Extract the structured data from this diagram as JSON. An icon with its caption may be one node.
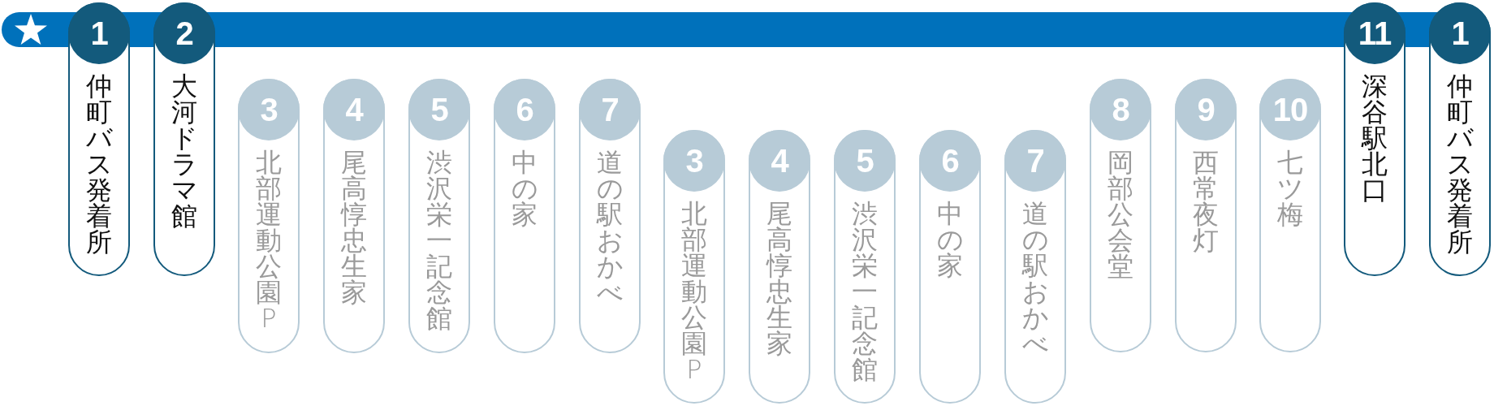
{
  "diagram": {
    "nodes": [
      {
        "text": [
          "1",
          "仲町バス発着所"
        ]
      },
      {
        "text": [
          "2",
          "大河ドラマ館"
        ]
      },
      {
        "text": [
          "3",
          "北部運動公園P"
        ]
      },
      {
        "text": [
          "4",
          "尾高惇忠生家"
        ]
      },
      {
        "text": [
          "5",
          "渋沢栄一記念館"
        ]
      },
      {
        "text": [
          "6",
          "中の家"
        ]
      },
      {
        "text": [
          "7",
          "道の駅おかべ"
        ]
      },
      {
        "text": [
          "3",
          "北部運動公園P"
        ]
      },
      {
        "text": [
          "4",
          "尾高惇忠生家"
        ]
      },
      {
        "text": [
          "5",
          "渋沢栄一記念館"
        ]
      },
      {
        "text": [
          "6",
          "中の家"
        ]
      },
      {
        "text": [
          "7",
          "道の駅おかべ"
        ]
      },
      {
        "text": [
          "8",
          "岡部公会堂"
        ]
      },
      {
        "text": [
          "9",
          "西常夜灯"
        ]
      },
      {
        "text": [
          "10",
          "七ツ梅"
        ]
      },
      {
        "text": [
          "11",
          "深谷駅北口"
        ]
      },
      {
        "text": [
          "1",
          "仲町バス発着所"
        ]
      }
    ]
  }
}
